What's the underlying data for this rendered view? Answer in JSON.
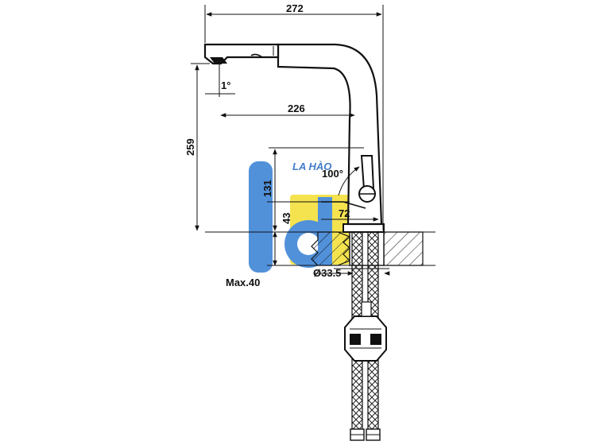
{
  "dimensions": {
    "overall_width": "272",
    "spout_reach": "226",
    "spout_angle": "1°",
    "total_height": "259",
    "lever_height": "131",
    "lever_offset": "43",
    "lever_angle": "100°",
    "lever_length": "72",
    "hole_diameter": "Ø33.5",
    "max_countertop": "Max.40"
  },
  "watermark": {
    "text": "LA HÀO",
    "colors": {
      "blue": "#3f86d6",
      "yellow": "#f3e13c",
      "white": "#ffffff"
    }
  }
}
